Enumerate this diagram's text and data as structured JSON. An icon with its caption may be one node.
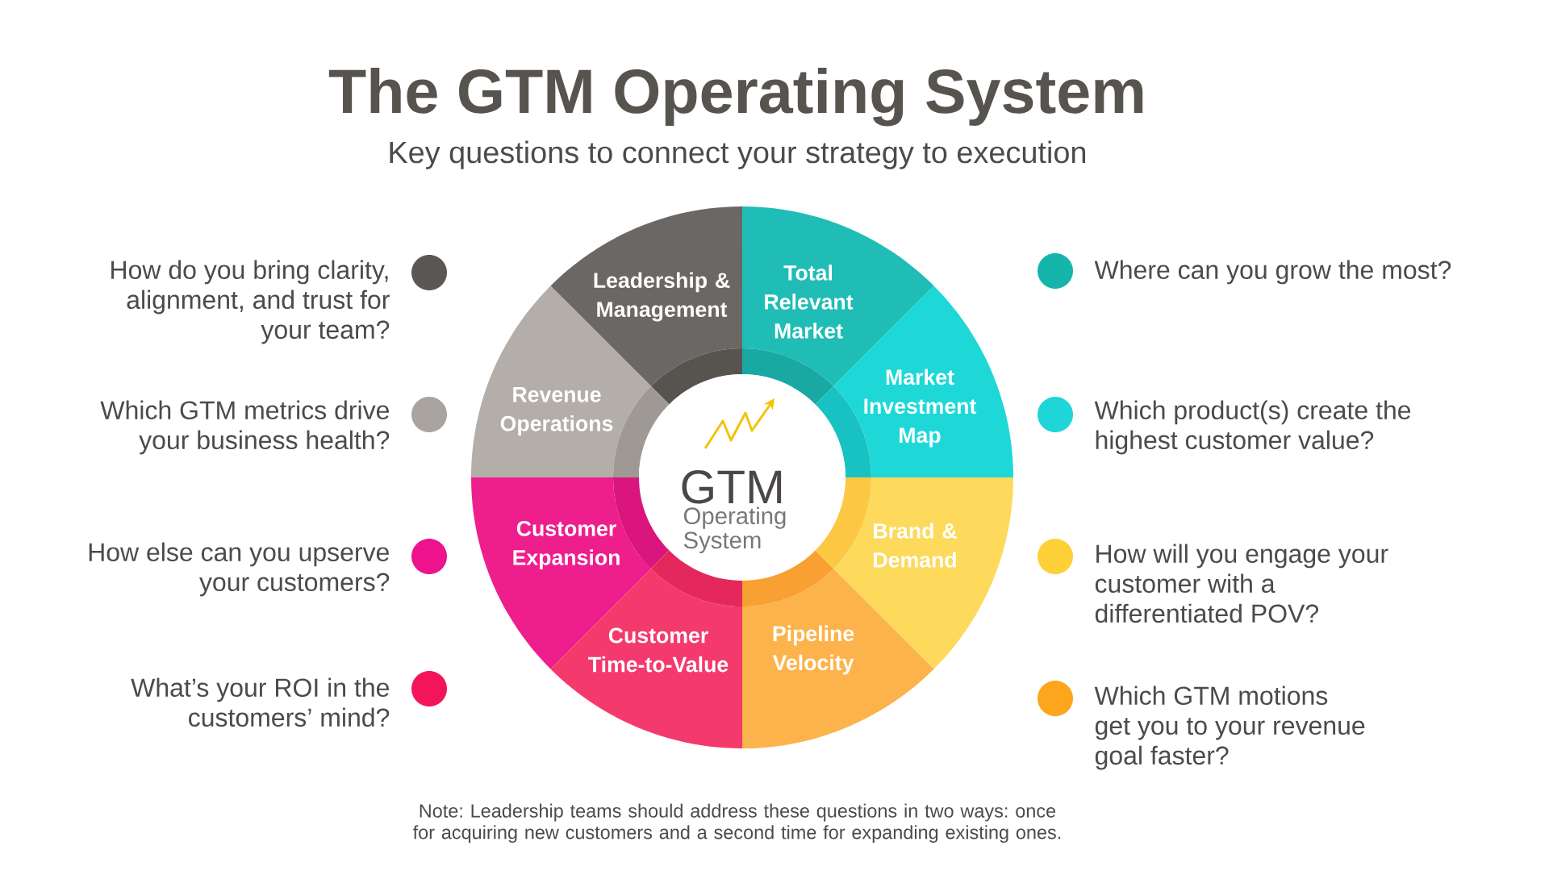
{
  "diagram": {
    "title": "The GTM Operating System",
    "nodes": [
      {
        "text": [
          "Leadership & Management"
        ]
      },
      {
        "text": [
          "Total Relevant Market"
        ]
      },
      {
        "text": [
          "Revenue Operations"
        ]
      },
      {
        "text": [
          "Market Investment Map"
        ]
      },
      {
        "text": [
          "GTM",
          "Operating System"
        ]
      },
      {
        "text": [
          "Customer Expansion"
        ]
      },
      {
        "text": [
          "Brand & Demand"
        ]
      },
      {
        "text": [
          "Customer Time-to-Value"
        ]
      },
      {
        "text": [
          "Pipeline Velocity"
        ]
      }
    ],
    "labels": [
      "Key questions to connect your strategy to execution"
    ],
    "legend": [
      {
        "text": "How do you bring clarity, alignment, and trust for your team?",
        "color": "#5b5754"
      },
      {
        "text": "Which GTM metrics drive your business health?",
        "color": "#a9a49f"
      },
      {
        "text": "How else can you upserve your customers?",
        "color": "#ee128e"
      },
      {
        "text": "What’s your ROI in the customers’ mind?",
        "color": "#f3155a"
      },
      {
        "text": "Where can you grow the most?",
        "color": "#15b5ab"
      },
      {
        "text": "Which product(s) create the highest customer value?",
        "color": "#1ed6d8"
      },
      {
        "text": "How will you engage your customer with a differentiated POV?",
        "color": "#fdd038"
      },
      {
        "text": "Which GTM motions get you to your revenue goal faster?",
        "color": "#fda51c"
      }
    ],
    "caption": "Note: Leadership teams should address these questions in two ways: once for acquiring new customers and a second time for expanding existing ones."
  }
}
